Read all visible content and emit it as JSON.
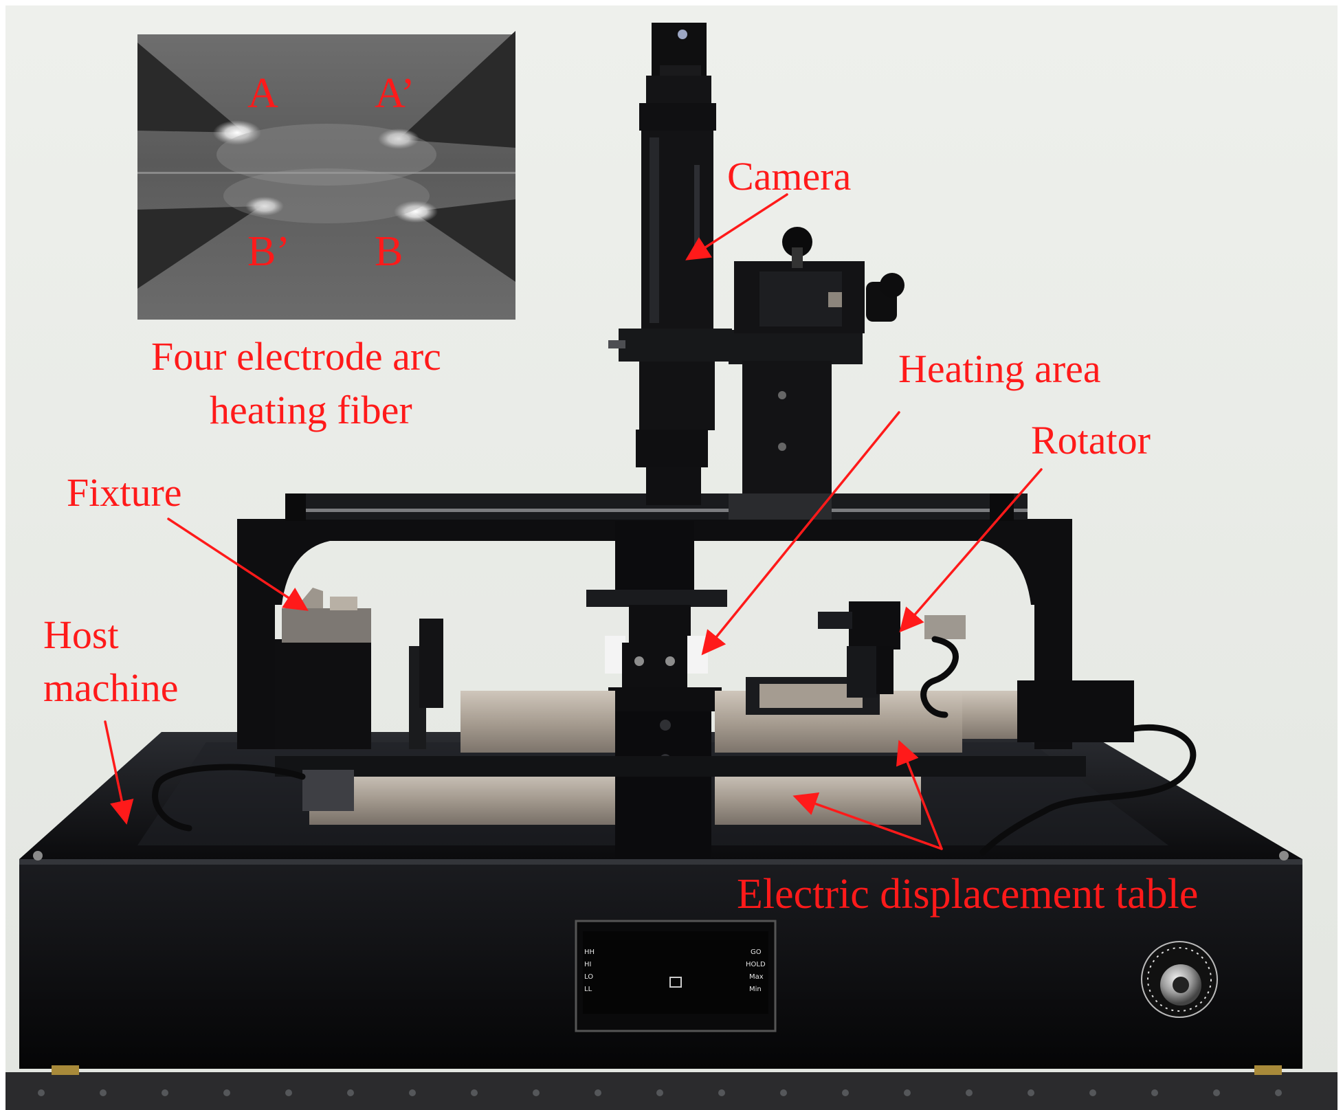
{
  "inset": {
    "electrode_labels": {
      "a": "A",
      "a_prime": "A’",
      "b_prime": "B’",
      "b": "B"
    },
    "caption_line1": "Four electrode arc",
    "caption_line2": "heating fiber"
  },
  "labels": {
    "camera": "Camera",
    "heating_area": "Heating area",
    "rotator": "Rotator",
    "fixture": "Fixture",
    "host_machine_line1": "Host",
    "host_machine_line2": "machine",
    "electric_displacement_table": "Electric displacement table"
  },
  "controller_display": {
    "left_indicators": [
      "HH",
      "HI",
      "LO",
      "LL"
    ],
    "right_indicators": [
      "GO",
      "HOLD",
      "Max",
      "Min"
    ]
  },
  "colors": {
    "annotation": "#ff1a1a",
    "background": "#e9ece8",
    "machine_black": "#0c0c0e"
  }
}
